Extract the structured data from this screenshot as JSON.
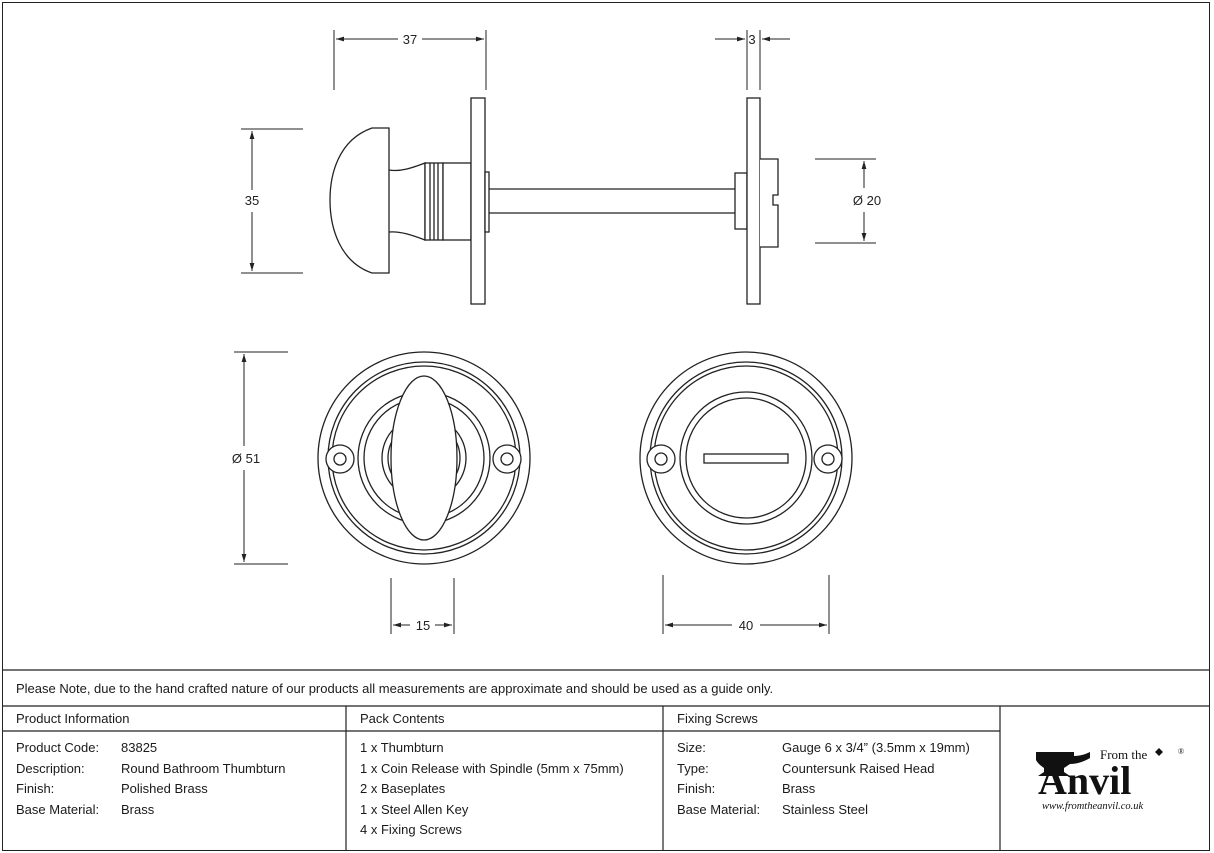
{
  "dimensions": {
    "knob_length": "37",
    "plate_thickness": "3",
    "knob_height": "35",
    "coin_release_diameter": "Ø 20",
    "rose_diameter": "Ø 51",
    "thumbturn_width": "15",
    "rose_width": "40"
  },
  "note": "Please Note, due to the hand crafted nature of our products all measurements are approximate and should be used as a guide only.",
  "product_info": {
    "header": "Product Information",
    "rows": [
      {
        "label": "Product Code:",
        "value": "83825"
      },
      {
        "label": "Description:",
        "value": "Round Bathroom Thumbturn"
      },
      {
        "label": "Finish:",
        "value": "Polished Brass"
      },
      {
        "label": "Base Material:",
        "value": "Brass"
      }
    ]
  },
  "pack_contents": {
    "header": "Pack Contents",
    "items": [
      "1 x Thumbturn",
      "1 x Coin Release with Spindle (5mm x 75mm)",
      "2 x Baseplates",
      "1 x Steel Allen Key",
      "4 x Fixing Screws"
    ]
  },
  "fixing_screws": {
    "header": "Fixing Screws",
    "rows": [
      {
        "label": "Size:",
        "value": "Gauge 6 x 3/4” (3.5mm x 19mm)"
      },
      {
        "label": "Type:",
        "value": "Countersunk Raised Head"
      },
      {
        "label": "Finish:",
        "value": "Brass"
      },
      {
        "label": "Base Material:",
        "value": "Stainless Steel"
      }
    ]
  },
  "logo": {
    "from_the": "From the",
    "brand": "Anvil",
    "registered": "®",
    "url": "www.fromtheanvil.co.uk"
  }
}
